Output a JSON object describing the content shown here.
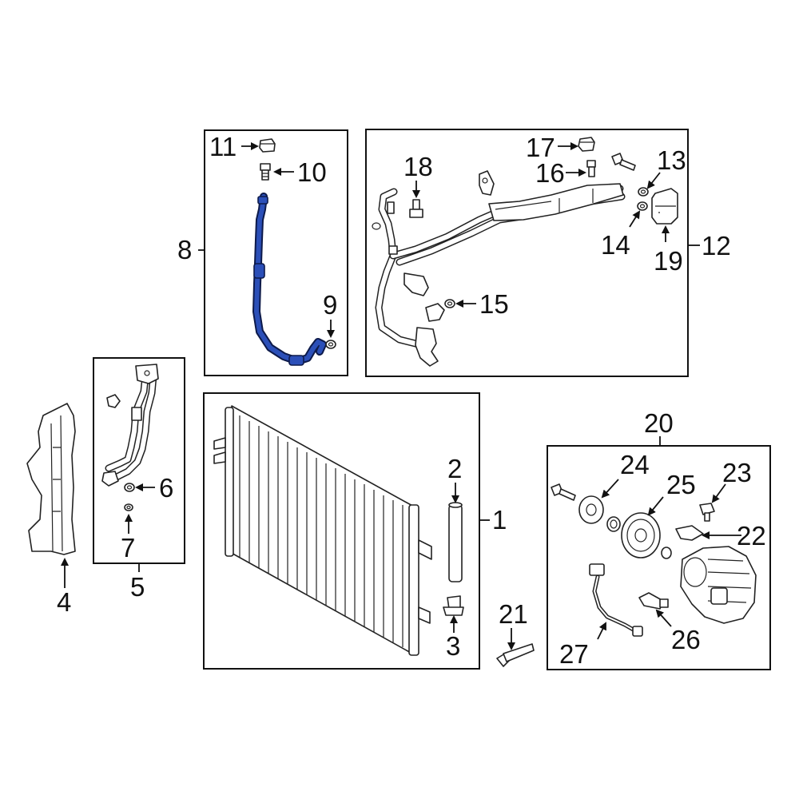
{
  "colors": {
    "background": "#ffffff",
    "line": "#111111",
    "highlight": "#2b4fb8",
    "highlight_outline": "#0d1a4a"
  },
  "callouts": {
    "c1": "1",
    "c2": "2",
    "c3": "3",
    "c4": "4",
    "c5": "5",
    "c6": "6",
    "c7": "7",
    "c8": "8",
    "c9": "9",
    "c10": "10",
    "c11": "11",
    "c12": "12",
    "c13": "13",
    "c14": "14",
    "c15": "15",
    "c16": "16",
    "c17": "17",
    "c18": "18",
    "c19": "19",
    "c20": "20",
    "c21": "21",
    "c22": "22",
    "c23": "23",
    "c24": "24",
    "c25": "25",
    "c26": "26",
    "c27": "27"
  },
  "highlighted_part": "8"
}
